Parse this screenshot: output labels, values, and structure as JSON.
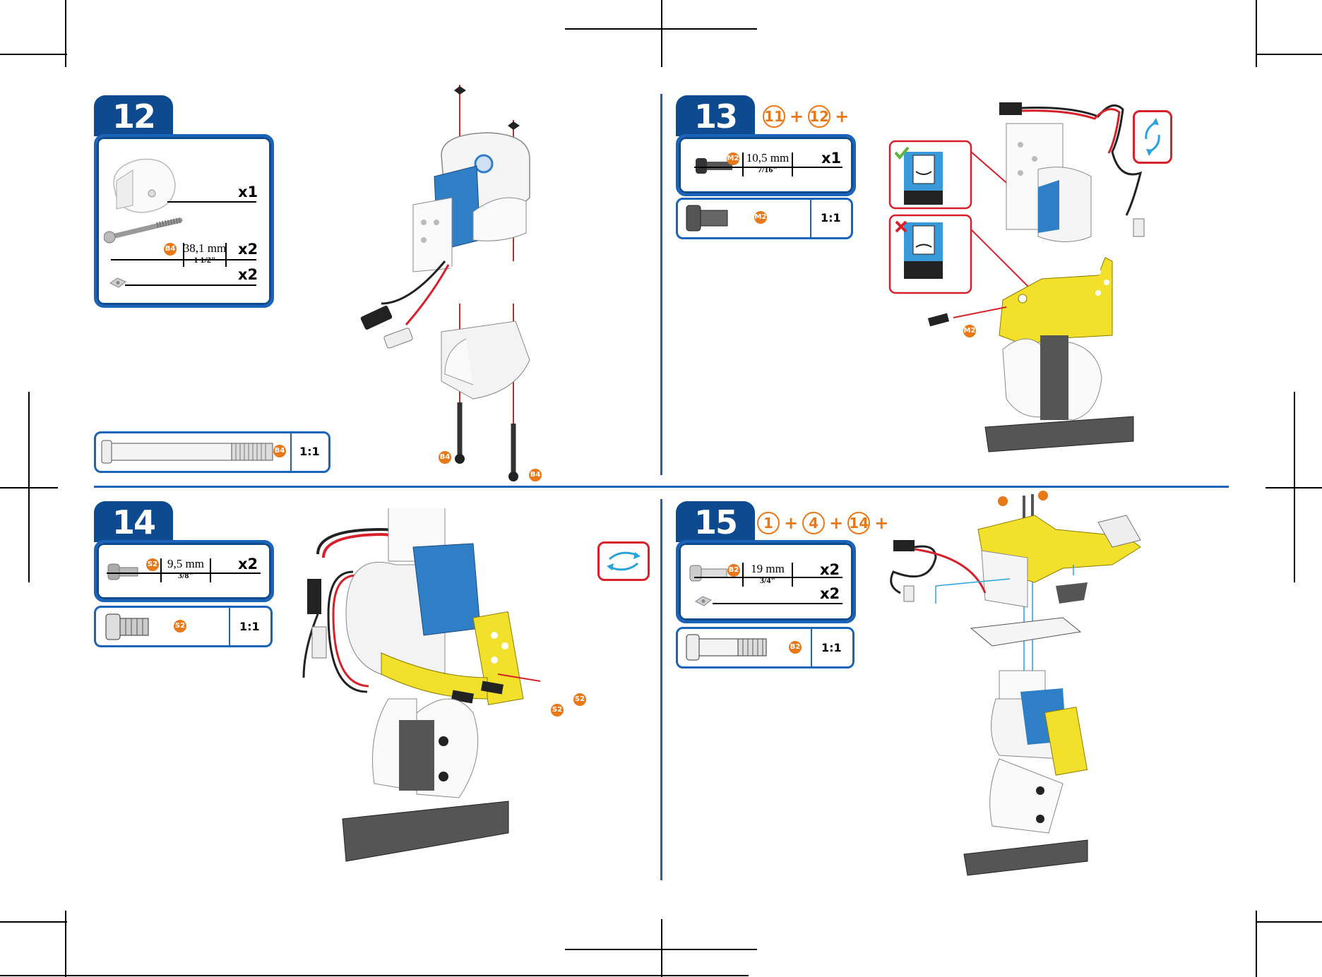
{
  "steps": [
    {
      "number": "12",
      "parts": [
        {
          "qty": "x1"
        },
        {
          "badge": "B4",
          "size_mm": "38,1 mm",
          "size_in": "1 1/2\"",
          "qty": "x2"
        },
        {
          "qty": "x2"
        }
      ],
      "scale": {
        "badge": "B4",
        "ratio": "1:1"
      },
      "callouts": [
        "B4",
        "B4"
      ]
    },
    {
      "number": "13",
      "sequence": [
        "11",
        "12"
      ],
      "parts": [
        {
          "badge": "M2",
          "size_mm": "10,5 mm",
          "size_in": "7/16\"",
          "qty": "x1"
        }
      ],
      "scale": {
        "badge": "M2",
        "ratio": "1:1"
      },
      "callouts": [
        "M2"
      ]
    },
    {
      "number": "14",
      "parts": [
        {
          "badge": "S2",
          "size_mm": "9,5 mm",
          "size_in": "3/8\"",
          "qty": "x2"
        }
      ],
      "scale": {
        "badge": "S2",
        "ratio": "1:1"
      },
      "callouts": [
        "S2",
        "S2"
      ]
    },
    {
      "number": "15",
      "sequence": [
        "1",
        "4",
        "14"
      ],
      "parts": [
        {
          "badge": "B2",
          "size_mm": "19 mm",
          "size_in": "3/4\"",
          "qty": "x2"
        },
        {
          "qty": "x2"
        }
      ],
      "scale": {
        "badge": "B2",
        "ratio": "1:1"
      }
    }
  ],
  "colors": {
    "blue": "#1b63b8",
    "navy": "#0d4a8f",
    "orange": "#e87818",
    "yellow": "#f2e02a",
    "servo_blue": "#2f7fc6",
    "red": "#d8202a",
    "cyan": "#29a3dc"
  },
  "icons": [
    "rotate-icon",
    "correct-check-icon",
    "wrong-cross-icon"
  ]
}
